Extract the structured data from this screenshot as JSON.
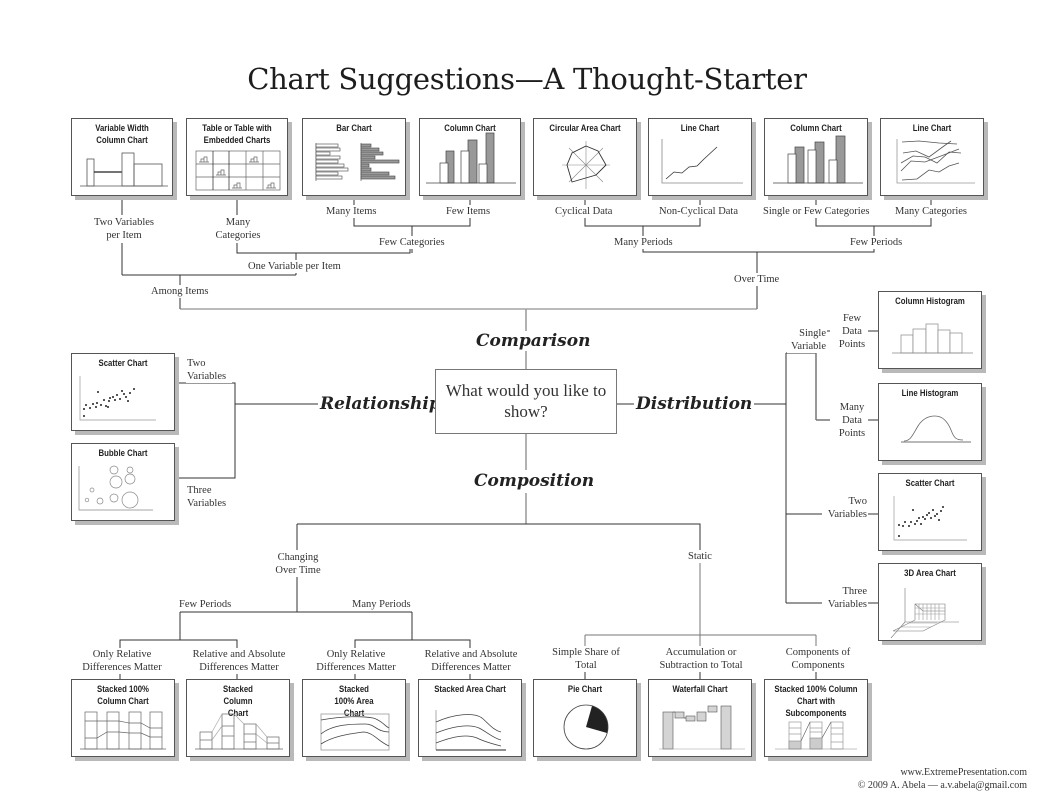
{
  "title": "Chart Suggestions—A Thought-Starter",
  "question": "What would you like to show?",
  "categories": {
    "comparison": "Comparison",
    "relationship": "Relationship",
    "distribution": "Distribution",
    "composition": "Composition"
  },
  "charts": {
    "variable_width_column": "Variable Width Column Chart",
    "table_embedded": "Table or Table with Embedded Charts",
    "bar": "Bar Chart",
    "column_few_items": "Column Chart",
    "circular_area": "Circular Area Chart",
    "line_noncyclical": "Line Chart",
    "column_few_categories": "Column Chart",
    "line_many_categories": "Line Chart",
    "scatter_relationship": "Scatter Chart",
    "bubble": "Bubble Chart",
    "column_histogram": "Column Histogram",
    "line_histogram": "Line Histogram",
    "scatter_distribution": "Scatter Chart",
    "area_3d": "3D Area Chart",
    "stacked_100_column": "Stacked 100% Column Chart",
    "stacked_column": "Stacked Column Chart",
    "stacked_100_area": "Stacked 100% Area Chart",
    "stacked_area": "Stacked Area Chart",
    "pie": "Pie Chart",
    "waterfall": "Waterfall Chart",
    "stacked_100_column_sub": "Stacked 100% Column Chart with Subcomponents"
  },
  "labels": {
    "two_variables_per_item": "Two Variables per Item",
    "many_categories_table": "Many Categories",
    "many_items": "Many Items",
    "few_items": "Few Items",
    "cyclical_data": "Cyclical Data",
    "non_cyclical_data": "Non-Cyclical Data",
    "single_or_few_categories": "Single or Few Categories",
    "many_categories_line": "Many Categories",
    "few_categories": "Few Categories",
    "one_variable_per_item": "One Variable per Item",
    "many_periods_top": "Many Periods",
    "few_periods_top": "Few Periods",
    "among_items": "Among Items",
    "over_time": "Over Time",
    "rel_two_variables": "Two Variables",
    "rel_three_variables": "Three Variables",
    "single_variable": "Single Variable",
    "few_data_points": "Few Data Points",
    "many_data_points": "Many Data Points",
    "dist_two_variables": "Two Variables",
    "dist_three_variables": "Three Variables",
    "changing_over_time": "Changing Over Time",
    "static": "Static",
    "few_periods_bottom": "Few Periods",
    "many_periods_bottom": "Many Periods",
    "only_relative_1": "Only Relative Differences Matter",
    "rel_and_abs_1": "Relative and Absolute Differences Matter",
    "only_relative_2": "Only Relative Differences Matter",
    "rel_and_abs_2": "Relative and Absolute Differences Matter",
    "simple_share": "Simple Share of Total",
    "accumulation": "Accumulation or Subtraction to Total",
    "components": "Components of Components"
  },
  "footer": {
    "website": "www.ExtremePresentation.com",
    "copyright": "© 2009  A. Abela — a.v.abela@gmail.com"
  }
}
